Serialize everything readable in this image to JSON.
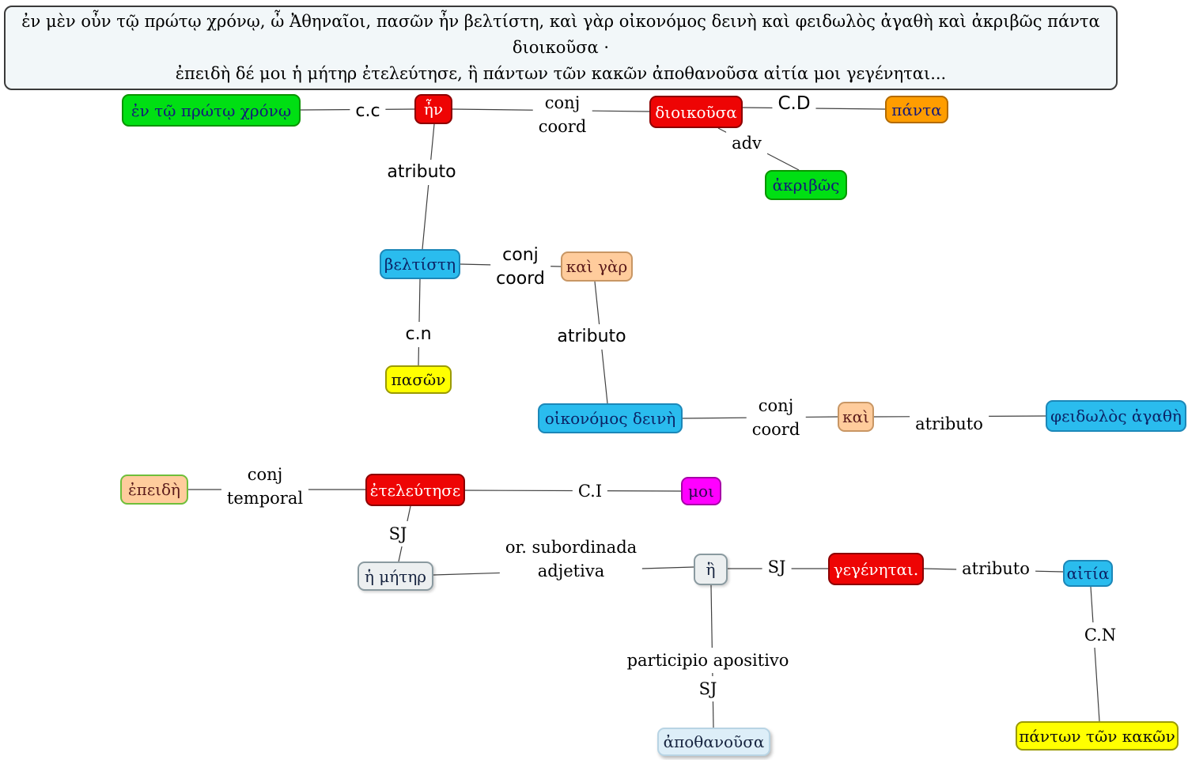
{
  "sentence": {
    "text": "ἐν μὲν οὖν τῷ πρώτῳ χρόνῳ, ὦ Ἀθηναῖοι, πασῶν ἦν βελτίστη, καὶ γὰρ οἰκονόμος δεινὴ καὶ φειδωλὸς ἀγαθὴ καὶ ἀκριβῶς πάντα διοικοῦσα ·\nἐπειδὴ δέ μοι ἡ μήτηρ ἐτελεύτησε, ἣ  πάντων τῶν κακῶν ἀποθανοῦσα αἰτία μοι γεγένηται..."
  },
  "nodes": {
    "en_toi_protoi_chronoi": {
      "label": "ἐν τῷ πρώτῳ χρόνῳ"
    },
    "en": {
      "label": "ἦν"
    },
    "dioikousa": {
      "label": "διοικοῦσα"
    },
    "panta": {
      "label": "πάντα"
    },
    "akribos": {
      "label": "ἀκριβῶς"
    },
    "beltiste": {
      "label": "βελτίστη"
    },
    "kai_gar": {
      "label": "καὶ γὰρ"
    },
    "pason": {
      "label": "πασῶν"
    },
    "oikonomos_deine": {
      "label": "οἰκονόμος δεινὴ"
    },
    "kai": {
      "label": "καὶ"
    },
    "pheidolos_agathe": {
      "label": "φειδωλὸς ἀγαθὴ"
    },
    "epeide": {
      "label": "ἐπειδὴ"
    },
    "eteleutese": {
      "label": "ἐτελεύτησε"
    },
    "moi": {
      "label": "μοι"
    },
    "he_meter": {
      "label": "ἡ μήτηρ"
    },
    "he": {
      "label": "ἣ"
    },
    "gegenetai": {
      "label": "γεγένηται."
    },
    "aitia": {
      "label": "αἰτία"
    },
    "panton_ton_kakon": {
      "label": "πάντων τῶν κακῶν"
    },
    "apothanousa": {
      "label": "ἀποθανοῦσα"
    }
  },
  "edge_labels": {
    "cc": {
      "text": "c.c"
    },
    "conj_coord_top": {
      "text": "conj\ncoord"
    },
    "cd": {
      "text": "C.D"
    },
    "adv": {
      "text": "adv"
    },
    "atributo_hn": {
      "text": "atributo"
    },
    "conj_coord_mid": {
      "text": "conj\ncoord"
    },
    "cn": {
      "text": "c.n"
    },
    "atributo_kaigar": {
      "text": "atributo"
    },
    "conj_coord_low": {
      "text": "conj\ncoord"
    },
    "atributo_kai": {
      "text": "atributo"
    },
    "conj_temporal": {
      "text": "conj\ntemporal"
    },
    "ci": {
      "text": "C.I"
    },
    "sj_eteleutese": {
      "text": "SJ"
    },
    "or_subordinada": {
      "text": "or. subordinada\nadjetiva"
    },
    "sj_he": {
      "text": "SJ"
    },
    "atributo_gegenetai": {
      "text": "atributo"
    },
    "cn2": {
      "text": "C.N"
    },
    "participio_apositivo": {
      "text": "participio apositivo"
    },
    "sj_apothanousa": {
      "text": "SJ"
    }
  },
  "edges": [
    {
      "from": "en_toi_protoi_chronoi",
      "to": "en",
      "label": "c.c"
    },
    {
      "from": "en",
      "to": "dioikousa",
      "label": "conj coord"
    },
    {
      "from": "dioikousa",
      "to": "panta",
      "label": "C.D"
    },
    {
      "from": "dioikousa",
      "to": "akribos",
      "label": "adv"
    },
    {
      "from": "en",
      "to": "beltiste",
      "label": "atributo"
    },
    {
      "from": "beltiste",
      "to": "kai_gar",
      "label": "conj coord"
    },
    {
      "from": "beltiste",
      "to": "pason",
      "label": "c.n"
    },
    {
      "from": "kai_gar",
      "to": "oikonomos_deine",
      "label": "atributo"
    },
    {
      "from": "oikonomos_deine",
      "to": "kai",
      "label": "conj coord"
    },
    {
      "from": "kai",
      "to": "pheidolos_agathe",
      "label": "atributo"
    },
    {
      "from": "epeide",
      "to": "eteleutese",
      "label": "conj temporal"
    },
    {
      "from": "eteleutese",
      "to": "moi",
      "label": "C.I"
    },
    {
      "from": "eteleutese",
      "to": "he_meter",
      "label": "SJ"
    },
    {
      "from": "he_meter",
      "to": "he",
      "label": "or. subordinada adjetiva"
    },
    {
      "from": "he",
      "to": "gegenetai",
      "label": "SJ"
    },
    {
      "from": "gegenetai",
      "to": "aitia",
      "label": "atributo"
    },
    {
      "from": "aitia",
      "to": "panton_ton_kakon",
      "label": "C.N"
    },
    {
      "from": "he",
      "to": "apothanousa",
      "label": "participio apositivo SJ"
    }
  ],
  "colors": {
    "green": "#00df13",
    "red": "#ee0404",
    "orange": "#ff9d00",
    "cyan": "#2abcee",
    "peach": "#ffcc9c",
    "yellow": "#ffff00",
    "magenta": "#ff00ff",
    "gray": "#eceff0",
    "pale_blue": "#ddeef8",
    "epeide_border_green": "#6fbf3a"
  }
}
